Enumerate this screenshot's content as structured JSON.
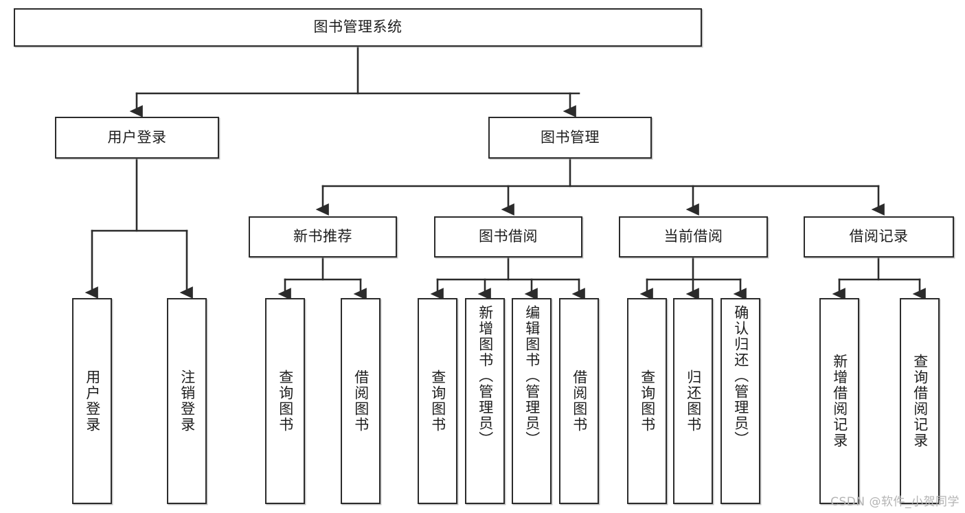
{
  "diagram": {
    "title": "图书管理系统",
    "type": "tree",
    "watermark": "CSDN @软件_小贺同学",
    "colors": {
      "stroke": "#2b2b2b",
      "fill": "#ffffff",
      "text": "#1d1d1d",
      "watermark": "#b4b4b4"
    },
    "nodes": {
      "root": {
        "label": "图书管理系统",
        "level": 1,
        "orientation": "horizontal"
      },
      "user_login": {
        "label": "用户登录",
        "level": 2,
        "orientation": "horizontal"
      },
      "book_manage": {
        "label": "图书管理",
        "level": 2,
        "orientation": "horizontal"
      },
      "new_book_rec": {
        "label": "新书推荐",
        "level": 3,
        "orientation": "horizontal"
      },
      "book_borrow": {
        "label": "图书借阅",
        "level": 3,
        "orientation": "horizontal"
      },
      "current_borrow": {
        "label": "当前借阅",
        "level": 3,
        "orientation": "horizontal"
      },
      "borrow_record": {
        "label": "借阅记录",
        "level": 3,
        "orientation": "horizontal"
      },
      "leaf_user_login": {
        "label": "用户登录",
        "level": 4,
        "orientation": "vertical"
      },
      "leaf_logout": {
        "label": "注销登录",
        "level": 4,
        "orientation": "vertical"
      },
      "leaf_query_book_1": {
        "label": "查询图书",
        "level": 4,
        "orientation": "vertical"
      },
      "leaf_borrow_book_1": {
        "label": "借阅图书",
        "level": 4,
        "orientation": "vertical"
      },
      "leaf_query_book_2": {
        "label": "查询图书",
        "level": 4,
        "orientation": "vertical"
      },
      "leaf_add_book": {
        "label": "新增图书（管理员）",
        "level": 4,
        "orientation": "vertical"
      },
      "leaf_edit_book": {
        "label": "编辑图书（管理员）",
        "level": 4,
        "orientation": "vertical"
      },
      "leaf_borrow_book_2": {
        "label": "借阅图书",
        "level": 4,
        "orientation": "vertical"
      },
      "leaf_query_book_3": {
        "label": "查询图书",
        "level": 4,
        "orientation": "vertical"
      },
      "leaf_return_book": {
        "label": "归还图书",
        "level": 4,
        "orientation": "vertical"
      },
      "leaf_confirm_return": {
        "label": "确认归还（管理员）",
        "level": 4,
        "orientation": "vertical"
      },
      "leaf_add_record": {
        "label": "新增借阅记录",
        "level": 4,
        "orientation": "vertical"
      },
      "leaf_query_record": {
        "label": "查询借阅记录",
        "level": 4,
        "orientation": "vertical"
      }
    },
    "edges": [
      {
        "from": "root",
        "to": "user_login"
      },
      {
        "from": "root",
        "to": "book_manage"
      },
      {
        "from": "user_login",
        "to": "leaf_user_login"
      },
      {
        "from": "user_login",
        "to": "leaf_logout"
      },
      {
        "from": "book_manage",
        "to": "new_book_rec"
      },
      {
        "from": "book_manage",
        "to": "book_borrow"
      },
      {
        "from": "book_manage",
        "to": "current_borrow"
      },
      {
        "from": "book_manage",
        "to": "borrow_record"
      },
      {
        "from": "new_book_rec",
        "to": "leaf_query_book_1"
      },
      {
        "from": "new_book_rec",
        "to": "leaf_borrow_book_1"
      },
      {
        "from": "book_borrow",
        "to": "leaf_query_book_2"
      },
      {
        "from": "book_borrow",
        "to": "leaf_add_book"
      },
      {
        "from": "book_borrow",
        "to": "leaf_edit_book"
      },
      {
        "from": "book_borrow",
        "to": "leaf_borrow_book_2"
      },
      {
        "from": "current_borrow",
        "to": "leaf_query_book_3"
      },
      {
        "from": "current_borrow",
        "to": "leaf_return_book"
      },
      {
        "from": "current_borrow",
        "to": "leaf_confirm_return"
      },
      {
        "from": "borrow_record",
        "to": "leaf_add_record"
      },
      {
        "from": "borrow_record",
        "to": "leaf_query_record"
      }
    ]
  }
}
